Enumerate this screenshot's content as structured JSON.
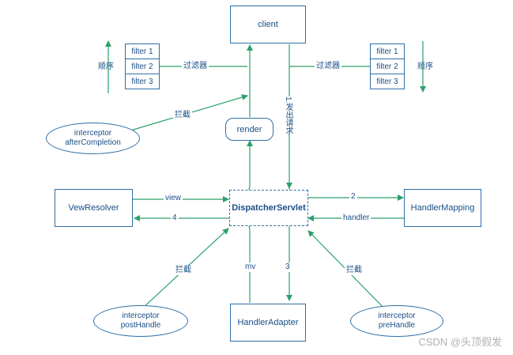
{
  "colors": {
    "line": "#2ca06a",
    "box_border": "#2f6fa8",
    "text": "#1a4f86",
    "watermark": "#b0b0b0"
  },
  "nodes": {
    "client": "client",
    "render": "render",
    "dispatcher": "DispatcherServlet",
    "view_resolver": "VewResolver",
    "handler_mapping": "HandlerMapping",
    "handler_adapter": "HandlerAdapter"
  },
  "filters_left": [
    "filter 1",
    "filter 2",
    "filter 3"
  ],
  "filters_right": [
    "filter 1",
    "filter 2",
    "filter 3"
  ],
  "interceptors": {
    "after_completion": [
      "interceptor",
      "afterCompletion"
    ],
    "post_handle": [
      "interceptor",
      "postHandle"
    ],
    "pre_handle": [
      "interceptor",
      "preHandle"
    ]
  },
  "labels": {
    "order_left": "顺序",
    "order_right": "顺序",
    "filter_left": "过滤器",
    "filter_right": "过滤器",
    "intercept_after": "拦截",
    "intercept_post": "拦截",
    "intercept_pre": "拦截",
    "send_request": "1.发出请求",
    "view": "view",
    "step2": "2",
    "handler": "handler",
    "step4": "4",
    "mv": "mv",
    "step3": "3"
  },
  "watermark": "CSDN @头顶假发"
}
